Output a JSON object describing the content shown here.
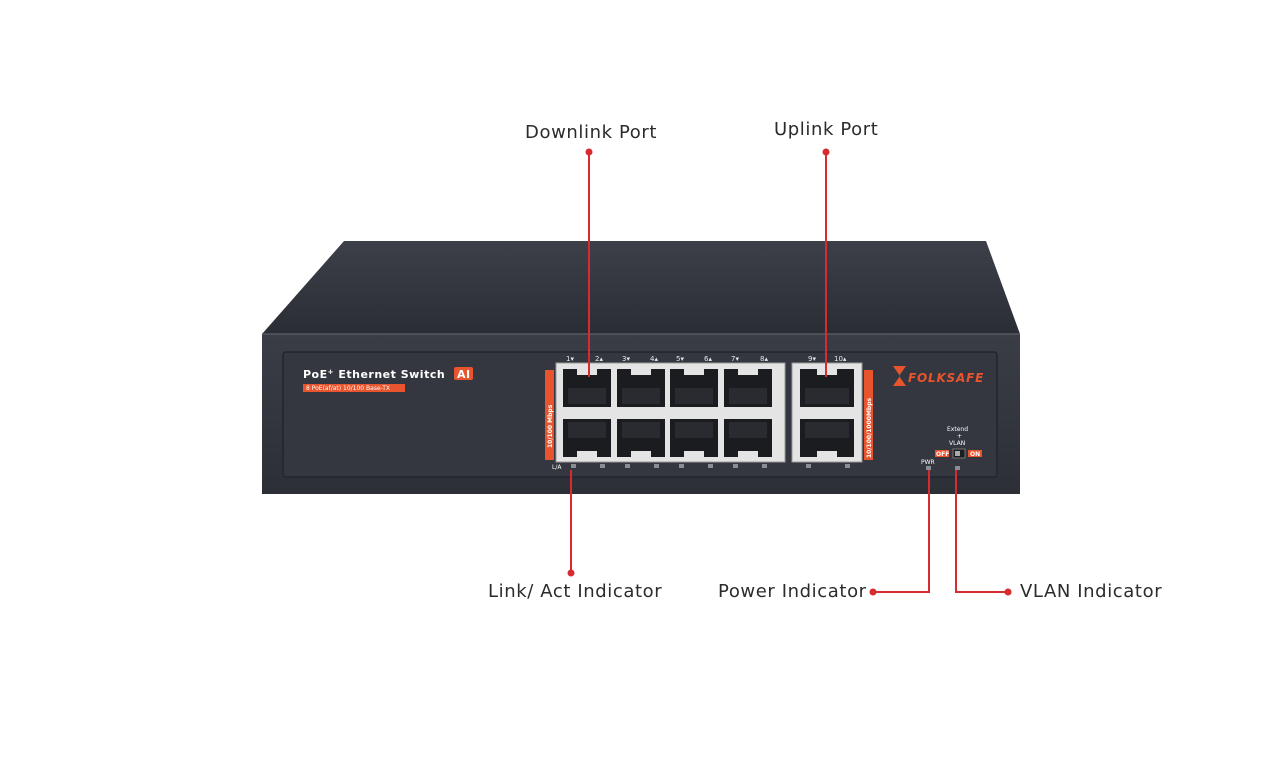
{
  "callouts": {
    "downlink": "Downlink Port",
    "uplink": "Uplink Port",
    "link_act": "Link/ Act Indicator",
    "power": "Power Indicator",
    "vlan": "VLAN Indicator"
  },
  "device": {
    "title": "PoE",
    "title_sup": "+",
    "title_rest": " Ethernet Switch",
    "ai_badge": "AI",
    "subtitle": "8 PoE(af/at) 10/100 Base-TX",
    "brand": "FOLKSAFE",
    "downlink_speed": "10/100 Mbps",
    "uplink_speed": "10/100/1000Mbps",
    "la_label": "L/A",
    "pwr_label": "PWR",
    "switch_label_1": "Extend",
    "switch_label_2": "+",
    "switch_label_3": "VLAN",
    "off_label": "OFF",
    "on_label": "ON",
    "port_numbers": [
      "1▾",
      "2▴",
      "3▾",
      "4▴",
      "5▾",
      "6▴",
      "7▾",
      "8▴",
      "9▾",
      "10▴"
    ]
  },
  "colors": {
    "accent": "#d72b2f",
    "orange": "#e8542d",
    "body_dark": "#2f323a",
    "panel": "#33363e"
  }
}
